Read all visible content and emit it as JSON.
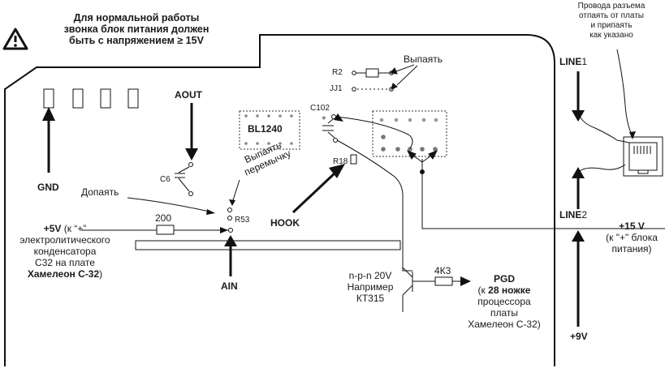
{
  "warning": {
    "line1": "Для нормальной работы",
    "line2": "звонка блок питания должен",
    "line3": "быть с напряжением ≥ 15V"
  },
  "connector_note": {
    "line1": "Провода разъема",
    "line2": "отпаять от платы",
    "line3": "и припаять",
    "line4": "как указано"
  },
  "labels": {
    "line1": "LINE",
    "line1_sub": "1",
    "line2": "LINE",
    "line2_sub": "2",
    "aout": "AOUT",
    "gnd": "GND",
    "hook": "HOOK",
    "ain": "AIN",
    "bl1240": "BL1240",
    "r2": "R2",
    "jj1": "JJ1",
    "c102": "C102",
    "c102_plus": "+",
    "r18": "R18",
    "c6": "C6",
    "r53": "R53",
    "vypayat": "Выпаять",
    "vypayat_peremychku_1": "Выпаять",
    "vypayat_peremychku_2": "перемычку",
    "dopayat": "Допаять",
    "r200": "200",
    "r4k3": "4К3"
  },
  "plus5v": {
    "line1_bold": "+5V",
    "line1_rest": " (к “+”",
    "line2": "электролитического",
    "line3": "конденсатора",
    "line4": "С32 на плате",
    "line5_bold": "Хамелеон С-32",
    "line5_rest": ")"
  },
  "transistor": {
    "line1": "n-p-n 20V",
    "line2": "Например",
    "line3": "КТ315"
  },
  "pgd": {
    "title": "PGD",
    "line1_open": "(к ",
    "line1_bold": "28 ножке",
    "line2": "процессора",
    "line3": "платы",
    "line4": "Хамелеон С-32)"
  },
  "plus15v": {
    "line1": "+15 V",
    "line2": "(к \"+\" блока",
    "line3": "питания)"
  },
  "plus9v": "+9V"
}
